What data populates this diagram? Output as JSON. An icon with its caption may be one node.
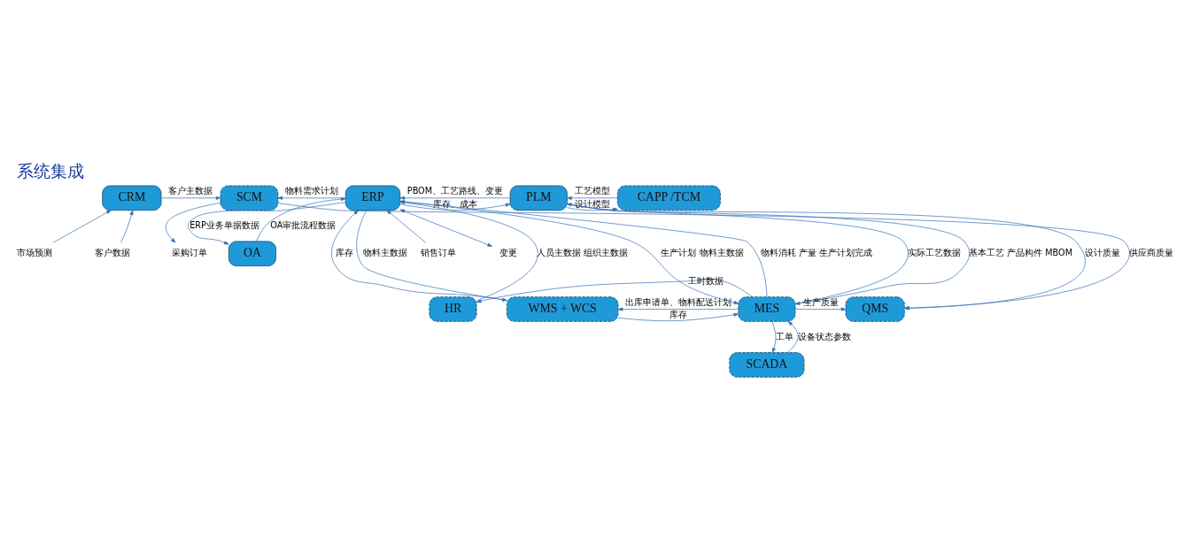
{
  "diagram": {
    "title": "系统集成",
    "nodes": [
      {
        "text": [
          "CRM"
        ]
      },
      {
        "text": [
          "SCM"
        ]
      },
      {
        "text": [
          "ERP"
        ]
      },
      {
        "text": [
          "PLM"
        ]
      },
      {
        "text": [
          "CAPP /TCM"
        ]
      },
      {
        "text": [
          "OA"
        ]
      },
      {
        "text": [
          "HR"
        ]
      },
      {
        "text": [
          "WMS + WCS"
        ]
      },
      {
        "text": [
          "MES"
        ]
      },
      {
        "text": [
          "QMS"
        ]
      },
      {
        "text": [
          "SCADA"
        ]
      },
      {
        "text": [
          "市场预测"
        ]
      },
      {
        "text": [
          "客户数据"
        ]
      },
      {
        "text": [
          "采购订单"
        ]
      },
      {
        "text": [
          "销售订单"
        ]
      },
      {
        "text": [
          "变更"
        ]
      }
    ],
    "edges": [
      {
        "from": 11,
        "to": 0,
        "arrow": "to"
      },
      {
        "from": 12,
        "to": 0,
        "arrow": "to"
      },
      {
        "from": 0,
        "to": 1,
        "arrow": "to",
        "label": "客户主数据"
      },
      {
        "from": 1,
        "to": 13,
        "arrow": "to"
      },
      {
        "from": 1,
        "to": 9,
        "arrow": "to",
        "label": "供应商质量"
      },
      {
        "from": 14,
        "to": 2,
        "arrow": "to"
      },
      {
        "from": 2,
        "to": 15,
        "arrow": "both"
      },
      {
        "from": 2,
        "to": 1,
        "arrow": "to",
        "label": "物料需求计划"
      },
      {
        "from": 3,
        "to": 2,
        "arrow": "to",
        "label": "PBOM、工艺路线、变更"
      },
      {
        "from": 2,
        "to": 3,
        "arrow": "to",
        "label": "库存、成本"
      },
      {
        "from": 4,
        "to": 3,
        "arrow": "to",
        "label": "工艺模型"
      },
      {
        "from": 3,
        "to": 4,
        "arrow": "to",
        "label": "设计模型"
      },
      {
        "from": 5,
        "to": 2,
        "arrow": "to",
        "label": "OA审批流程数据"
      },
      {
        "from": 2,
        "to": 5,
        "arrow": "to",
        "label": "ERP业务单据数据"
      },
      {
        "from": 6,
        "to": 2,
        "arrow": "to",
        "label": "人员主数据 组织主数据"
      },
      {
        "from": 2,
        "to": 7,
        "arrow": "to",
        "label": "物料主数据"
      },
      {
        "from": 7,
        "to": 2,
        "arrow": "to",
        "label": "库存"
      },
      {
        "from": 2,
        "to": 8,
        "arrow": "to",
        "label": "生产计划 物料主数据"
      },
      {
        "from": 8,
        "to": 2,
        "arrow": "to",
        "label": "物料消耗 产量 生产计划完成"
      },
      {
        "from": 8,
        "to": 3,
        "arrow": "to",
        "label": "实际工艺数据"
      },
      {
        "from": 3,
        "to": 8,
        "arrow": "to",
        "label": "基本工艺 产品构件 MBOM"
      },
      {
        "from": 3,
        "to": 9,
        "arrow": "to",
        "label": "设计质量"
      },
      {
        "from": 7,
        "to": 8,
        "arrow": "to",
        "label": "库存"
      },
      {
        "from": 8,
        "to": 7,
        "arrow": "to",
        "label": "出库申请单、物料配送计划"
      },
      {
        "from": 8,
        "to": 9,
        "arrow": "to",
        "label": "生产质量"
      },
      {
        "from": 8,
        "to": 6,
        "arrow": "to",
        "label": "工时数据"
      },
      {
        "from": 8,
        "to": 10,
        "arrow": "to",
        "label": "工单"
      },
      {
        "from": 10,
        "to": 8,
        "arrow": "to",
        "label": "设备状态参数"
      }
    ]
  }
}
